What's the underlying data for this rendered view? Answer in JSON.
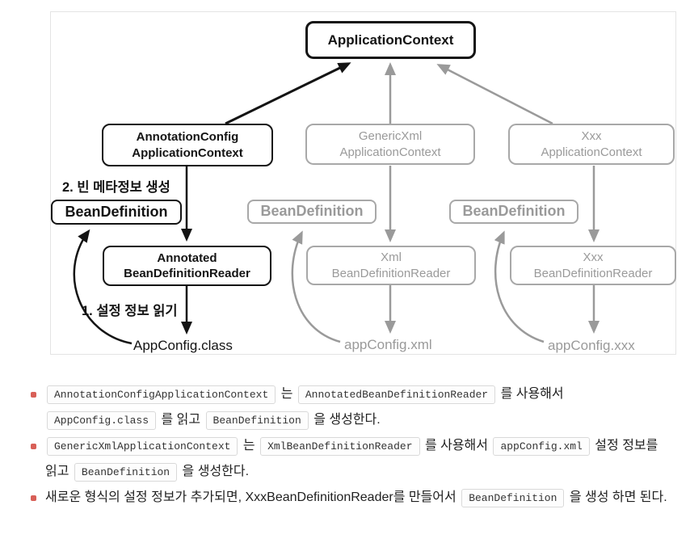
{
  "diagram": {
    "nodes": {
      "application_context": "ApplicationContext",
      "annotation_config_line1": "AnnotationConfig",
      "annotation_config_line2": "ApplicationContext",
      "generic_xml_line1": "GenericXml",
      "generic_xml_line2": "ApplicationContext",
      "xxx_context_line1": "Xxx",
      "xxx_context_line2": "ApplicationContext",
      "bean_definition": "BeanDefinition",
      "annotated_reader_line1": "Annotated",
      "annotated_reader_line2": "BeanDefinitionReader",
      "xml_reader_line1": "Xml",
      "xml_reader_line2": "BeanDefinitionReader",
      "xxx_reader_line1": "Xxx",
      "xxx_reader_line2": "BeanDefinitionReader"
    },
    "labels": {
      "step2": "2. 빈 메타정보 생성",
      "step1": "1. 설정 정보 읽기",
      "config_class": "AppConfig.class",
      "config_xml": "appConfig.xml",
      "config_xxx": "appConfig.xxx"
    },
    "colors": {
      "active": "#141414",
      "inactive_text": "#9a9a9a",
      "inactive_border": "#a8a8a8",
      "frame_border": "#e4e4e4"
    }
  },
  "notes": {
    "bullet_color": "#d85f57",
    "items": [
      {
        "segments": [
          {
            "type": "code",
            "text": "AnnotationConfigApplicationContext"
          },
          {
            "type": "text",
            "text": " 는 "
          },
          {
            "type": "code",
            "text": "AnnotatedBeanDefinitionReader"
          },
          {
            "type": "text",
            "text": " 를 사용해서 "
          },
          {
            "type": "code",
            "text": "AppConfig.class"
          },
          {
            "type": "text",
            "text": " 를 읽고 "
          },
          {
            "type": "code",
            "text": "BeanDefinition"
          },
          {
            "type": "text",
            "text": " 을 생성한다."
          }
        ]
      },
      {
        "segments": [
          {
            "type": "code",
            "text": "GenericXmlApplicationContext"
          },
          {
            "type": "text",
            "text": " 는 "
          },
          {
            "type": "code",
            "text": "XmlBeanDefinitionReader"
          },
          {
            "type": "text",
            "text": " 를 사용해서 "
          },
          {
            "type": "code",
            "text": "appConfig.xml"
          },
          {
            "type": "text",
            "text": " 설정 정보를 읽고 "
          },
          {
            "type": "code",
            "text": "BeanDefinition"
          },
          {
            "type": "text",
            "text": " 을 생성한다."
          }
        ]
      },
      {
        "segments": [
          {
            "type": "text",
            "text": "새로운 형식의 설정 정보가 추가되면, XxxBeanDefinitionReader를 만들어서 "
          },
          {
            "type": "code",
            "text": "BeanDefinition"
          },
          {
            "type": "text",
            "text": " 을 생성 하면 된다."
          }
        ]
      }
    ]
  }
}
